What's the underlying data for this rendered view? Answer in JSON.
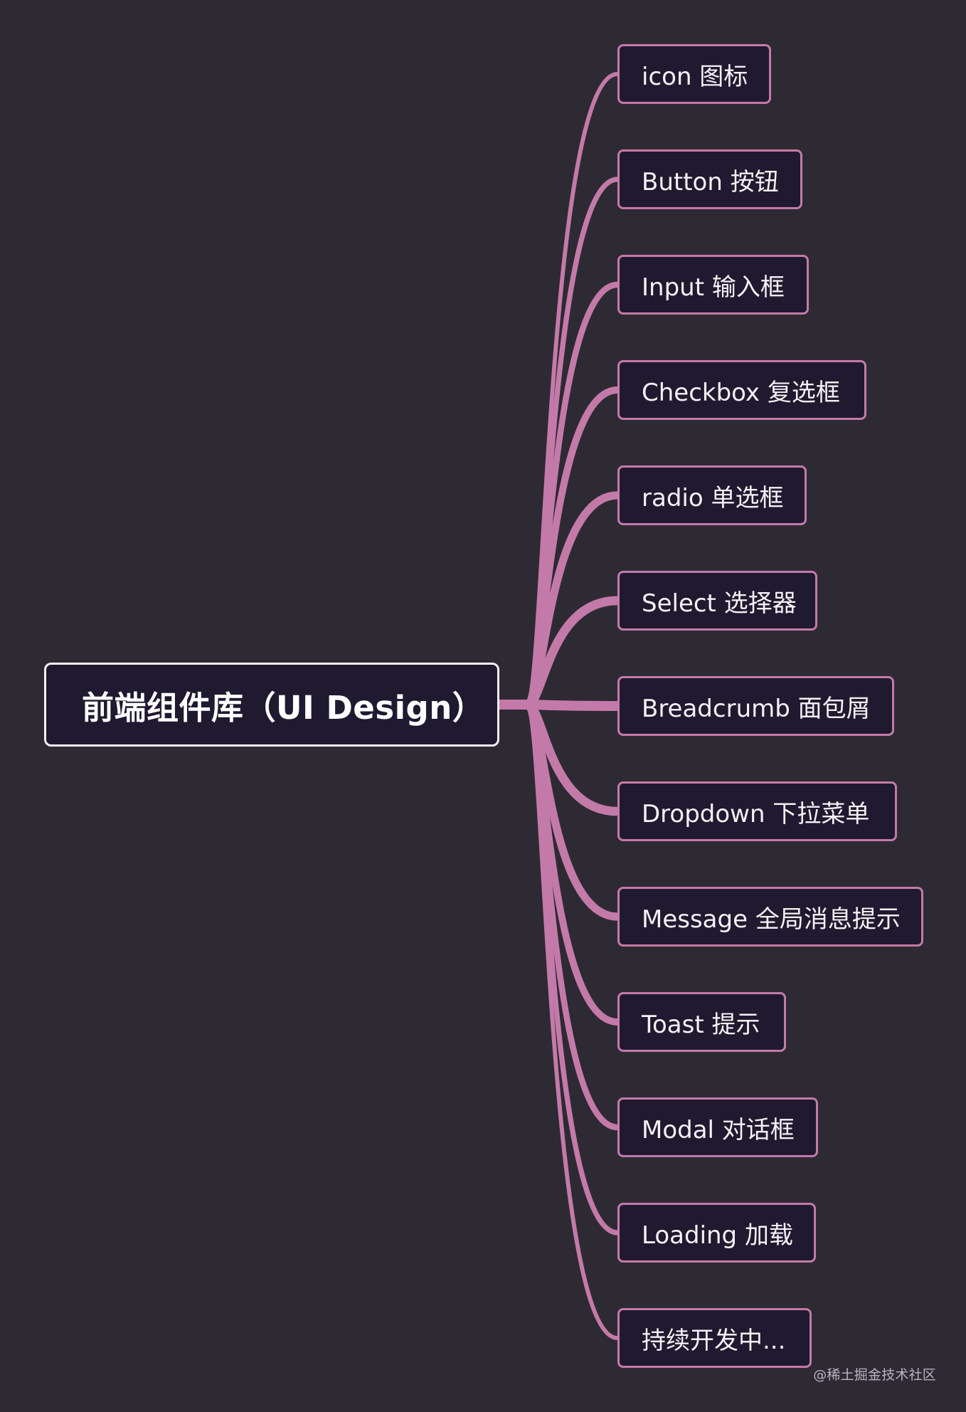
{
  "root": {
    "label": "前端组件库（UI Design）"
  },
  "children": [
    {
      "label": "icon 图标"
    },
    {
      "label": "Button 按钮"
    },
    {
      "label": "Input 输入框"
    },
    {
      "label": "Checkbox 复选框"
    },
    {
      "label": "radio 单选框"
    },
    {
      "label": "Select 选择器"
    },
    {
      "label": "Breadcrumb 面包屑"
    },
    {
      "label": "Dropdown 下拉菜单"
    },
    {
      "label": "Message 全局消息提示"
    },
    {
      "label": "Toast 提示"
    },
    {
      "label": "Modal 对话框"
    },
    {
      "label": "Loading 加载"
    },
    {
      "label": "持续开发中..."
    }
  ],
  "footer": {
    "credit": "@稀土掘金技术社区"
  },
  "colors": {
    "background": "#2e2a34",
    "node_fill": "#1f1a2f",
    "root_border": "#f4f1f6",
    "branch": "#c47aa8",
    "text": "#f5f1f6"
  }
}
